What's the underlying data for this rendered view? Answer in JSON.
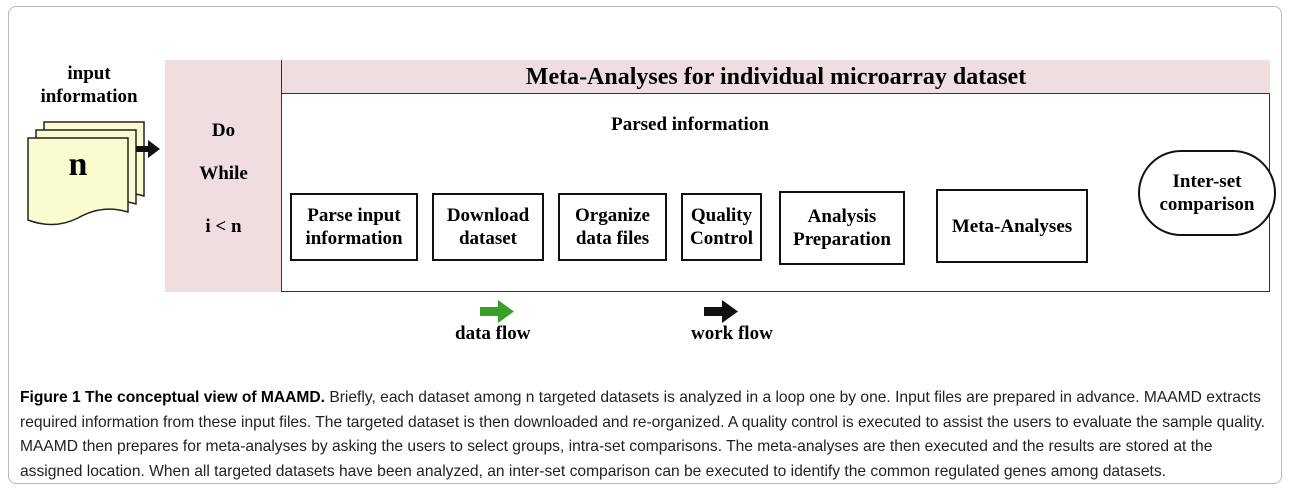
{
  "input": {
    "label_line1": "input",
    "label_line2": "information",
    "doc_letter": "n"
  },
  "loop": {
    "do": "Do",
    "while": "While",
    "condition": "i < n"
  },
  "header": "Meta-Analyses for individual microarray dataset",
  "parsed_info": "Parsed information",
  "steps": [
    {
      "line1": "Parse input",
      "line2": "information"
    },
    {
      "line1": "Download",
      "line2": "dataset"
    },
    {
      "line1": "Organize",
      "line2": "data files"
    },
    {
      "line1": "Quality",
      "line2": "Control"
    },
    {
      "line1": "Analysis",
      "line2": "Preparation"
    },
    {
      "line1": "Meta-Analyses",
      "line2": ""
    }
  ],
  "inter_set": {
    "line1": "Inter-set",
    "line2": "comparison"
  },
  "legend": {
    "data_flow": "data flow",
    "work_flow": "work flow"
  },
  "colors": {
    "data_flow_arrow": "#3aa02a",
    "work_flow_arrow": "#111111",
    "loop_fill": "#f0dde0",
    "parsed_fill": "#fbfbd0",
    "doc_fill": "#fbfbd0"
  },
  "caption": {
    "title": "Figure 1 The conceptual view of MAAMD.",
    "body": " Briefly, each dataset among n targeted datasets is analyzed in a loop one by one. Input files are prepared in advance. MAAMD extracts required information from these input files. The targeted dataset is then downloaded and re-organized. A quality control is executed to assist the users to evaluate the sample quality. MAAMD then prepares for meta-analyses by asking the users to select groups, intra-set comparisons. The meta-analyses are then executed and the results are stored at the assigned location. When all targeted datasets have been analyzed, an inter-set comparison can be executed to identify the common regulated genes among datasets."
  }
}
